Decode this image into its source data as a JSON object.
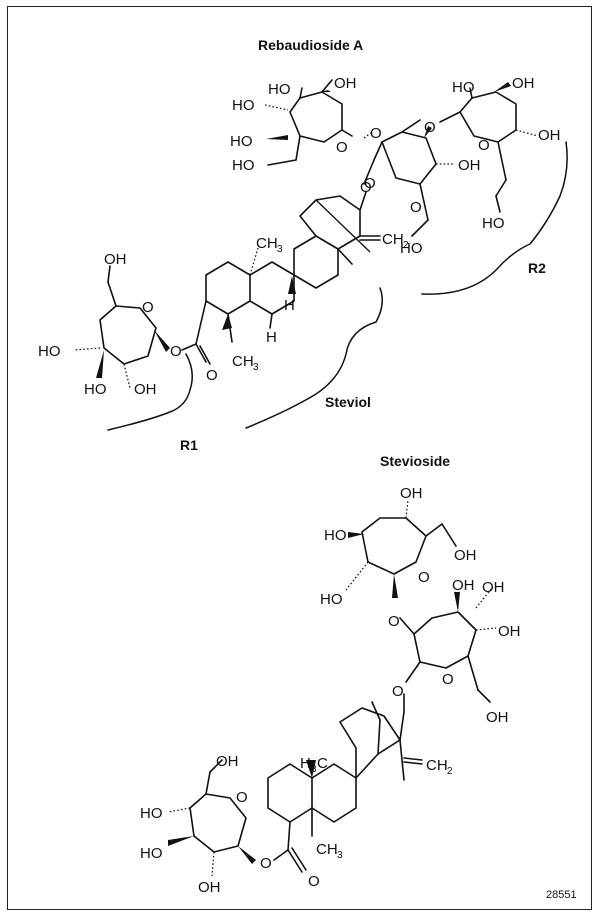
{
  "rebaudioside": {
    "title": "Rebaudioside A",
    "r1_label": "R1",
    "r2_label": "R2",
    "steviol_label": "Steviol",
    "atoms": {
      "ho": "HO",
      "oh": "OH",
      "o": "O",
      "h": "H",
      "ch": "CH",
      "c": "C",
      "sub2": "2",
      "sub3": "3"
    }
  },
  "stevioside": {
    "title": "Stevioside",
    "atoms": {
      "ho": "HO",
      "oh": "OH",
      "o": "O",
      "h": "H",
      "ch": "CH",
      "c": "C",
      "sub2": "2",
      "sub3": "3"
    }
  },
  "figure_number": "28551"
}
